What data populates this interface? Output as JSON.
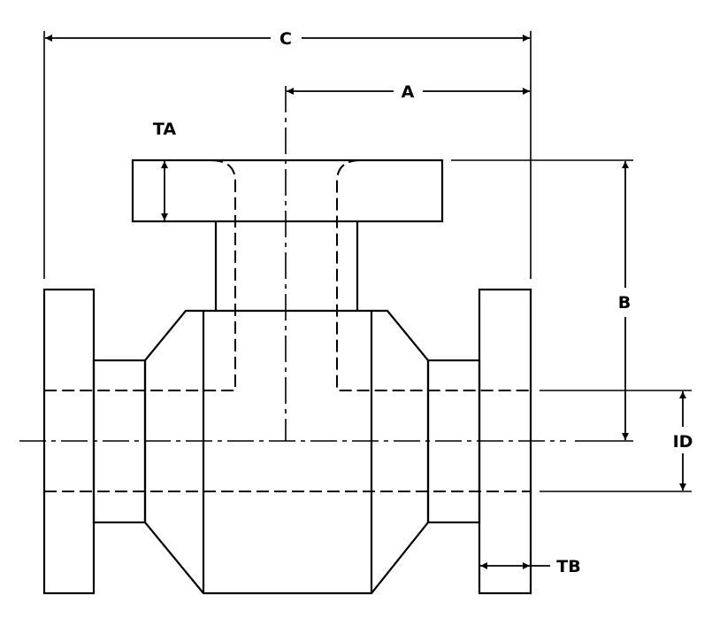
{
  "labels": {
    "c": "C",
    "a": "A",
    "ta": "TA",
    "b": "B",
    "id": "ID",
    "tb": "TB"
  },
  "colors": {
    "line": "#000000",
    "background": "#ffffff"
  }
}
